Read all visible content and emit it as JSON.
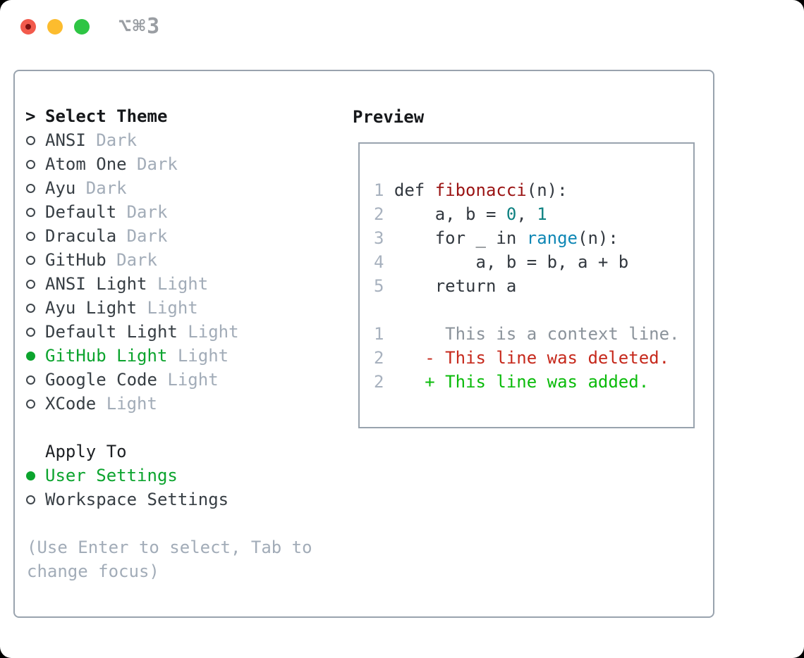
{
  "window": {
    "title": "⌥⌘3",
    "traffic_lights": [
      "close",
      "minimize",
      "zoom"
    ]
  },
  "theme_picker": {
    "header_marker": ">",
    "header": "Select Theme",
    "items": [
      {
        "name": "ANSI",
        "variant": "Dark",
        "selected": false
      },
      {
        "name": "Atom One",
        "variant": "Dark",
        "selected": false
      },
      {
        "name": "Ayu",
        "variant": "Dark",
        "selected": false
      },
      {
        "name": "Default",
        "variant": "Dark",
        "selected": false
      },
      {
        "name": "Dracula",
        "variant": "Dark",
        "selected": false
      },
      {
        "name": "GitHub",
        "variant": "Dark",
        "selected": false
      },
      {
        "name": "ANSI Light",
        "variant": "Light",
        "selected": false
      },
      {
        "name": "Ayu Light",
        "variant": "Light",
        "selected": false
      },
      {
        "name": "Default Light",
        "variant": "Light",
        "selected": false
      },
      {
        "name": "GitHub Light",
        "variant": "Light",
        "selected": true
      },
      {
        "name": "Google Code",
        "variant": "Light",
        "selected": false
      },
      {
        "name": "XCode",
        "variant": "Light",
        "selected": false
      }
    ]
  },
  "apply_to": {
    "header": "Apply To",
    "options": [
      {
        "label": "User Settings",
        "selected": true
      },
      {
        "label": "Workspace Settings",
        "selected": false
      }
    ]
  },
  "hint": {
    "text": "(Use Enter to select, Tab to change focus)"
  },
  "preview": {
    "header": "Preview",
    "lines": [
      [
        {
          "t": "1 ",
          "c": "num"
        },
        {
          "t": "def ",
          "c": "code"
        },
        {
          "t": "fibonacci",
          "c": "fn"
        },
        {
          "t": "(n):",
          "c": "code"
        }
      ],
      [
        {
          "t": "2 ",
          "c": "num"
        },
        {
          "t": "    a, b = ",
          "c": "code"
        },
        {
          "t": "0",
          "c": "lit"
        },
        {
          "t": ", ",
          "c": "code"
        },
        {
          "t": "1",
          "c": "lit"
        }
      ],
      [
        {
          "t": "3 ",
          "c": "num"
        },
        {
          "t": "    for _ in ",
          "c": "code"
        },
        {
          "t": "range",
          "c": "builtin"
        },
        {
          "t": "(n):",
          "c": "code"
        }
      ],
      [
        {
          "t": "4 ",
          "c": "num"
        },
        {
          "t": "        a, b = b, a + b",
          "c": "code"
        }
      ],
      [
        {
          "t": "5 ",
          "c": "num"
        },
        {
          "t": "    return a",
          "c": "code"
        }
      ],
      [],
      [
        {
          "t": "1 ",
          "c": "num"
        },
        {
          "t": "     This is a context line.",
          "c": "ctx"
        }
      ],
      [
        {
          "t": "2 ",
          "c": "num"
        },
        {
          "t": "   ",
          "c": "code"
        },
        {
          "t": "- This line was deleted.",
          "c": "del"
        }
      ],
      [
        {
          "t": "2 ",
          "c": "num"
        },
        {
          "t": "   ",
          "c": "code"
        },
        {
          "t": "+ This line was added.",
          "c": "add"
        }
      ]
    ]
  },
  "colors": {
    "accent_green": "#0ca42e",
    "diff_added": "#0abb0a",
    "diff_deleted": "#c6291c",
    "diff_context": "#8b939b",
    "syntax_function": "#9a1313",
    "syntax_number": "#0d8181",
    "syntax_builtin": "#0f87b5",
    "muted_text": "#a2acb8",
    "border": "#99a3ae",
    "traffic_red": "#f25a4c",
    "traffic_yellow": "#fcbc2e",
    "traffic_green": "#2ec544"
  }
}
